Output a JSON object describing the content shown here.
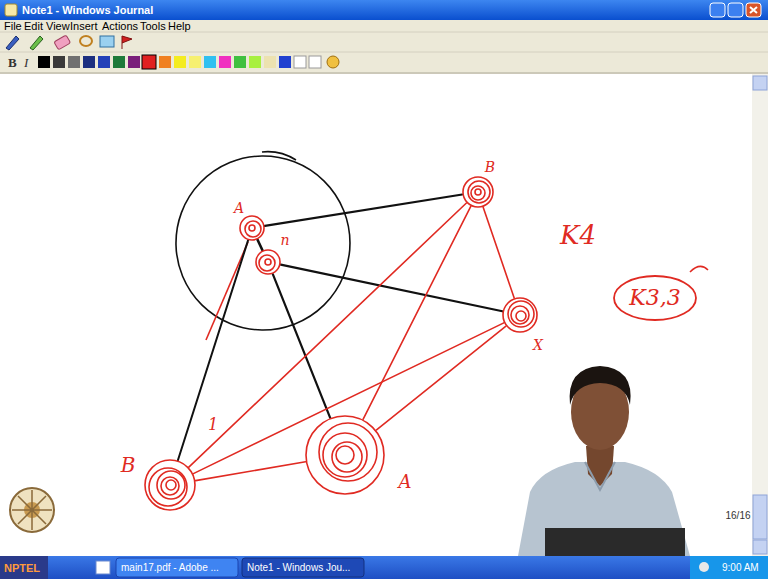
{
  "diagram": {
    "nodes": [
      {
        "text": [
          "A"
        ]
      },
      {
        "text": [
          "n"
        ]
      },
      {
        "text": [
          "B"
        ]
      },
      {
        "text": [
          "X"
        ]
      },
      {
        "text": [
          "B"
        ]
      },
      {
        "text": [
          "A"
        ]
      },
      {
        "text": [
          "K3,3"
        ]
      }
    ],
    "edges": [
      {
        "from": 0,
        "to": 1,
        "arrow": "none"
      },
      {
        "from": 0,
        "to": 2,
        "arrow": "none"
      },
      {
        "from": 0,
        "to": 4,
        "arrow": "none"
      },
      {
        "from": 1,
        "to": 3,
        "arrow": "none"
      },
      {
        "from": 1,
        "to": 5,
        "arrow": "none"
      },
      {
        "from": 2,
        "to": 3,
        "arrow": "none"
      },
      {
        "from": 2,
        "to": 4,
        "arrow": "none"
      },
      {
        "from": 2,
        "to": 5,
        "arrow": "none"
      },
      {
        "from": 3,
        "to": 4,
        "arrow": "none"
      },
      {
        "from": 3,
        "to": 5,
        "arrow": "none"
      },
      {
        "from": 4,
        "to": 5,
        "arrow": "none"
      }
    ],
    "labels": [
      "Note1 - Windows Journal",
      "File",
      "Edit",
      "View",
      "Insert",
      "Actions",
      "Tools",
      "Help",
      "B",
      "I",
      "K4",
      "1",
      "16/16",
      "NPTEL",
      "main17.pdf - Adobe ...",
      "Note1 - Windows Jou...",
      "9:00 AM"
    ]
  }
}
